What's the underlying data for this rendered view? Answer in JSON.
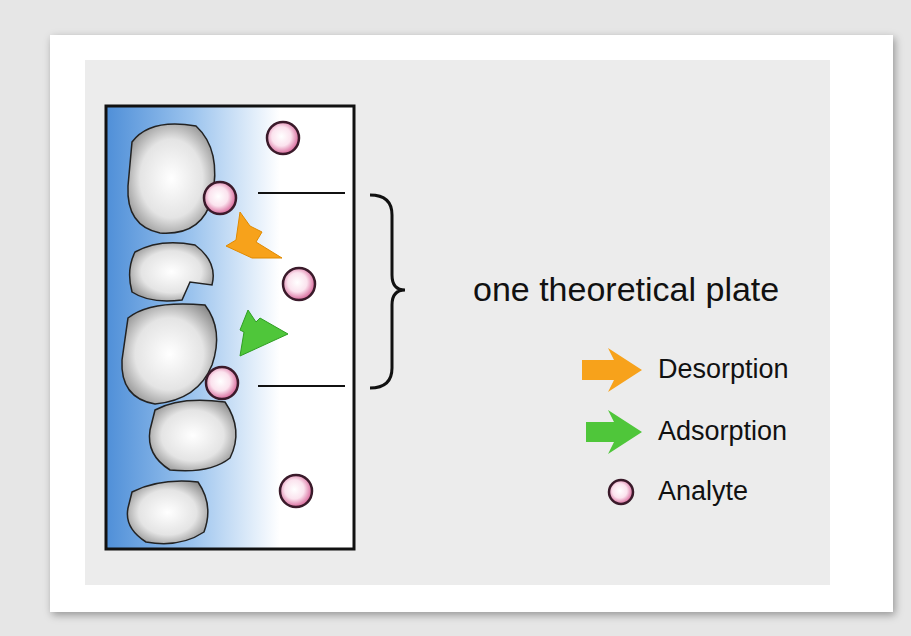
{
  "diagram": {
    "labels": [
      "one theoretical plate"
    ],
    "legend": [
      {
        "text": "Desorption"
      },
      {
        "text": "Adsorption"
      },
      {
        "text": "Analyte"
      }
    ]
  }
}
